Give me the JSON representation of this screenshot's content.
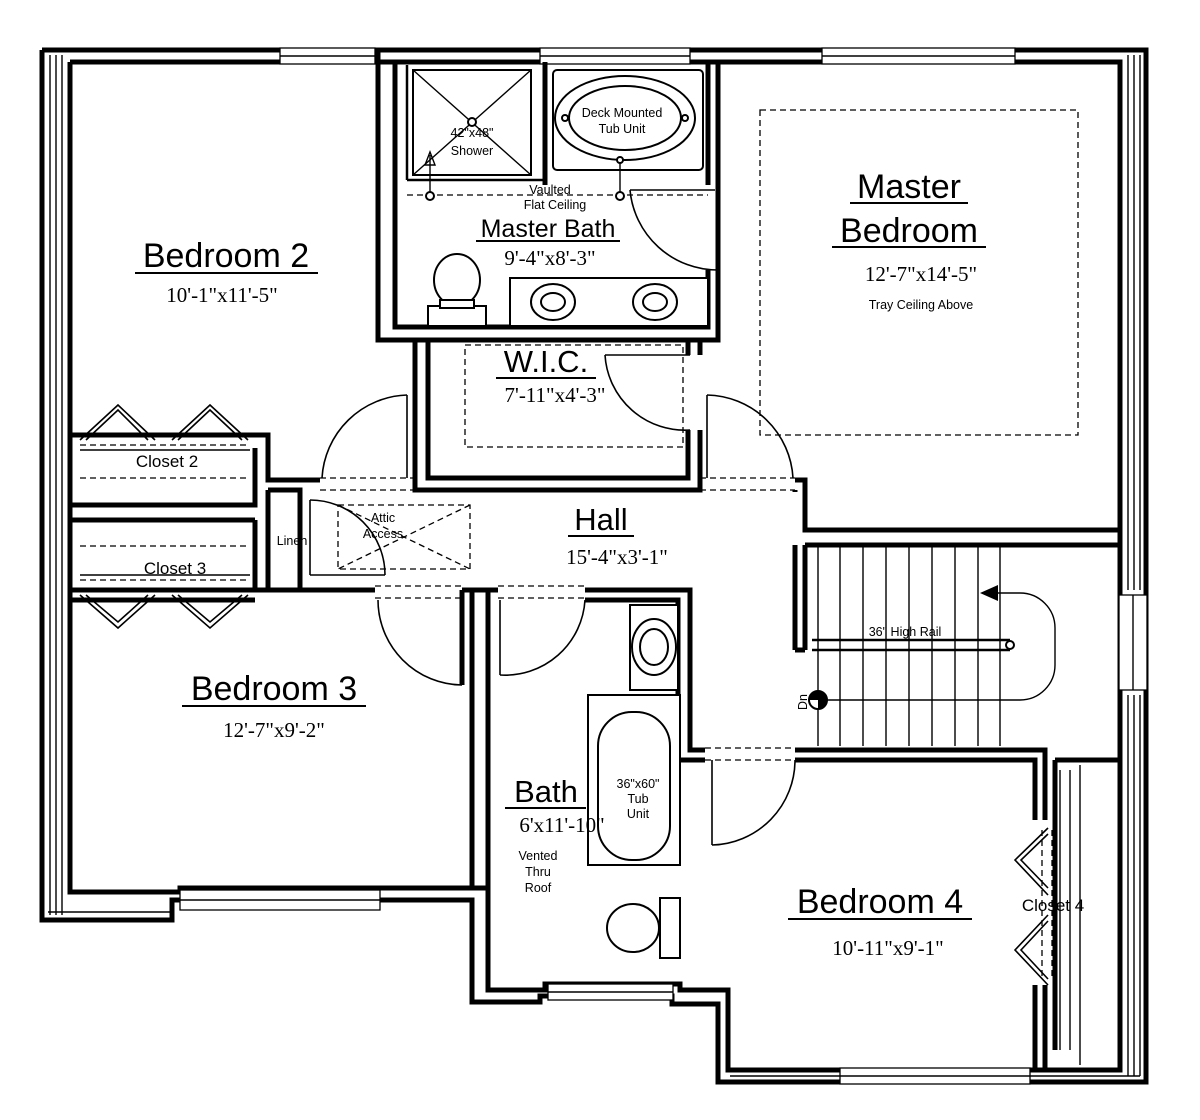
{
  "rooms": {
    "master_bedroom": {
      "name_line1": "Master",
      "name_line2": "Bedroom",
      "size": "12'-7\"x14'-5\"",
      "note": "Tray Ceiling Above"
    },
    "bedroom2": {
      "name": "Bedroom 2",
      "size": "10'-1\"x11'-5\""
    },
    "bedroom3": {
      "name": "Bedroom 3",
      "size": "12'-7\"x9'-2\""
    },
    "bedroom4": {
      "name": "Bedroom 4",
      "size": "10'-11\"x9'-1\""
    },
    "master_bath": {
      "name": "Master Bath",
      "size": "9'-4\"x8'-3\"",
      "ceiling_line1": "Vaulted",
      "ceiling_line2": "Flat Ceiling"
    },
    "wic": {
      "name": "W.I.C.",
      "size": "7'-11\"x4'-3\""
    },
    "hall": {
      "name": "Hall",
      "size": "15'-4\"x3'-1\""
    },
    "bath": {
      "name": "Bath",
      "size": "6'x11'-10\"",
      "vent_line1": "Vented",
      "vent_line2": "Thru",
      "vent_line3": "Roof"
    }
  },
  "closets": {
    "closet2": "Closet 2",
    "closet3": "Closet 3",
    "closet4": "Closet 4",
    "linen": "Linen"
  },
  "fixtures": {
    "shower_line1": "42\"x48\"",
    "shower_line2": "Shower",
    "tub_deck_line1": "Deck Mounted",
    "tub_deck_line2": "Tub Unit",
    "tub_line1": "36\"x60\"",
    "tub_line2": "Tub",
    "tub_line3": "Unit",
    "attic_line1": "Attic",
    "attic_line2": "Access",
    "rail": "36\" High Rail",
    "stair_dn": "Dn"
  }
}
